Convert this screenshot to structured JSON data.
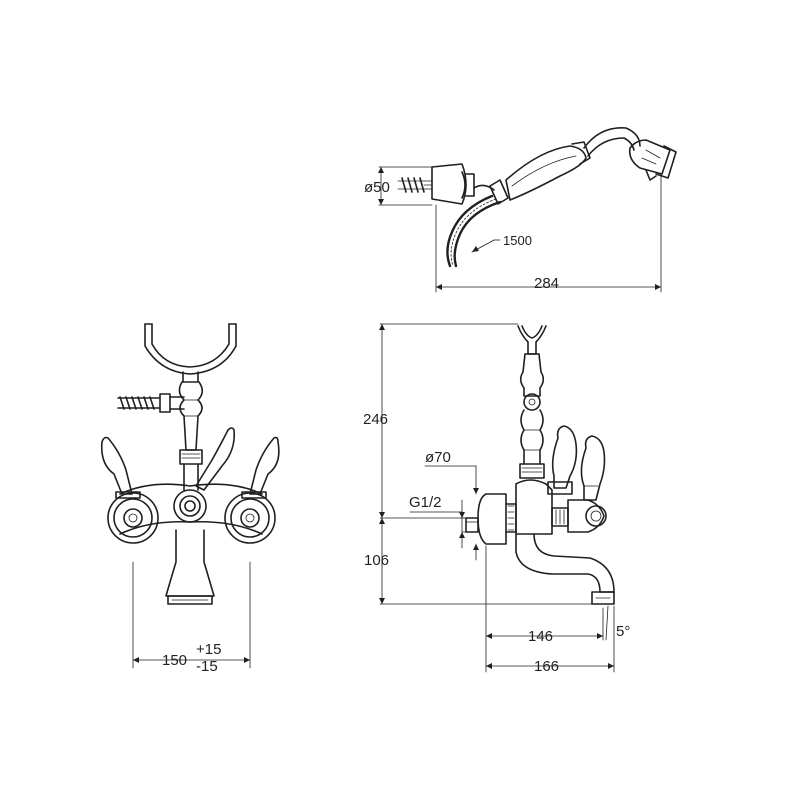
{
  "dimensions": {
    "head_diameter": "ø50",
    "hose_length": "1500",
    "shower_width": "284",
    "total_height": "246",
    "body_diameter": "ø70",
    "thread": "G1/2",
    "spout_height": "106",
    "spout_reach": "146",
    "total_reach": "166",
    "spout_angle": "5°",
    "center_distance": "150",
    "tolerance_plus": "+15",
    "tolerance_minus": "-15"
  }
}
